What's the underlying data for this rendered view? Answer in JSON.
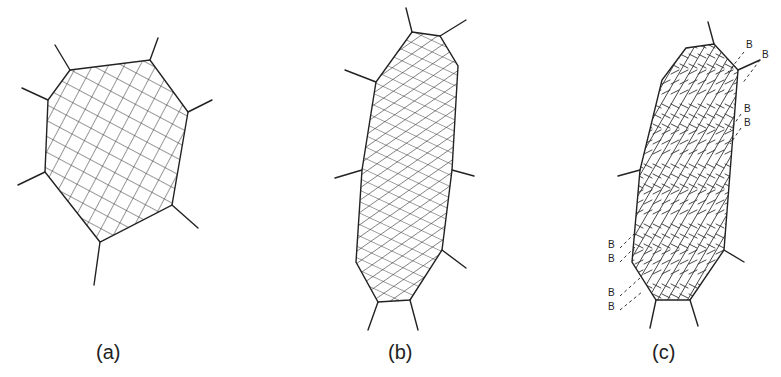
{
  "diagram": {
    "labels": [
      "(a)",
      "(b)",
      "(c)",
      "B",
      "B",
      "B",
      "B",
      "B",
      "B",
      "B",
      "B"
    ]
  }
}
